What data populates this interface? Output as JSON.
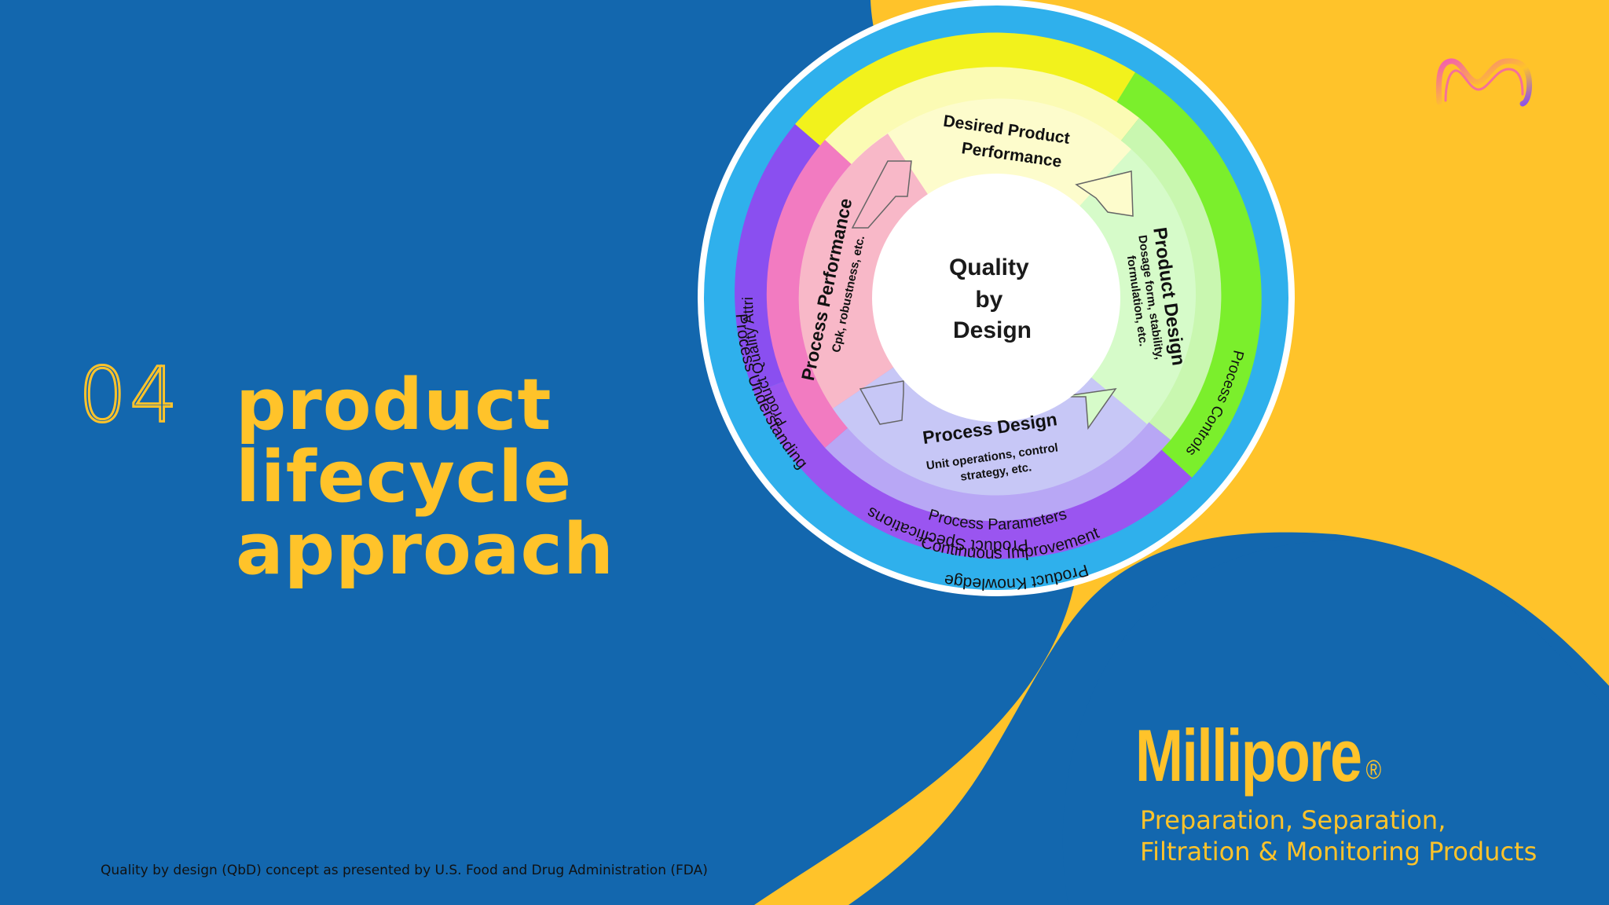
{
  "slide": {
    "section_number": "04",
    "title_lines": [
      "product",
      "lifecycle",
      "approach"
    ],
    "caption": "Quality by design (QbD) concept as presented by U.S. Food and Drug Administration (FDA)"
  },
  "brand": {
    "name": "Millipore",
    "registered_mark": "®",
    "tagline_lines": [
      "Preparation, Separation,",
      "Filtration & Monitoring Products"
    ]
  },
  "diagram": {
    "center": [
      "Quality",
      "by",
      "Design"
    ],
    "outer_ring": {
      "product_knowledge": "Product Knowledge",
      "continuous_improvement": "Continuous Improvement",
      "process_understanding": "Process Understanding"
    },
    "middle_ring": {
      "product_specifications": "Product Specifications",
      "product_quality_attributes": "Product Quality Attributes",
      "process_parameters": "Process Parameters",
      "process_controls": "Process Controls"
    },
    "cycle": {
      "desired_performance": [
        "Desired Product",
        "Performance"
      ],
      "product_design_title": "Product Design",
      "product_design_detail": [
        "Dosage form, stability,",
        "formulation, etc."
      ],
      "process_design_title": "Process Design",
      "process_design_detail": [
        "Unit operations, control",
        "strategy, etc."
      ],
      "process_performance_title": "Process Performance",
      "process_performance_detail": "Cpk, robustness, etc."
    }
  },
  "colors": {
    "background_blue": "#1367ae",
    "accent_yellow": "#ffc32a",
    "ring_sky": "#2fb0ec",
    "ring_yellow": "#f2f21c",
    "ring_green": "#7bef2c",
    "ring_purple": "#9a55f0",
    "ring_pink": "#f27bc1",
    "logo_gradient": [
      "#f25bb5",
      "#ffc32a",
      "#8a4ff0"
    ]
  },
  "icons": {
    "brand_logo": "merck-m-logo"
  }
}
